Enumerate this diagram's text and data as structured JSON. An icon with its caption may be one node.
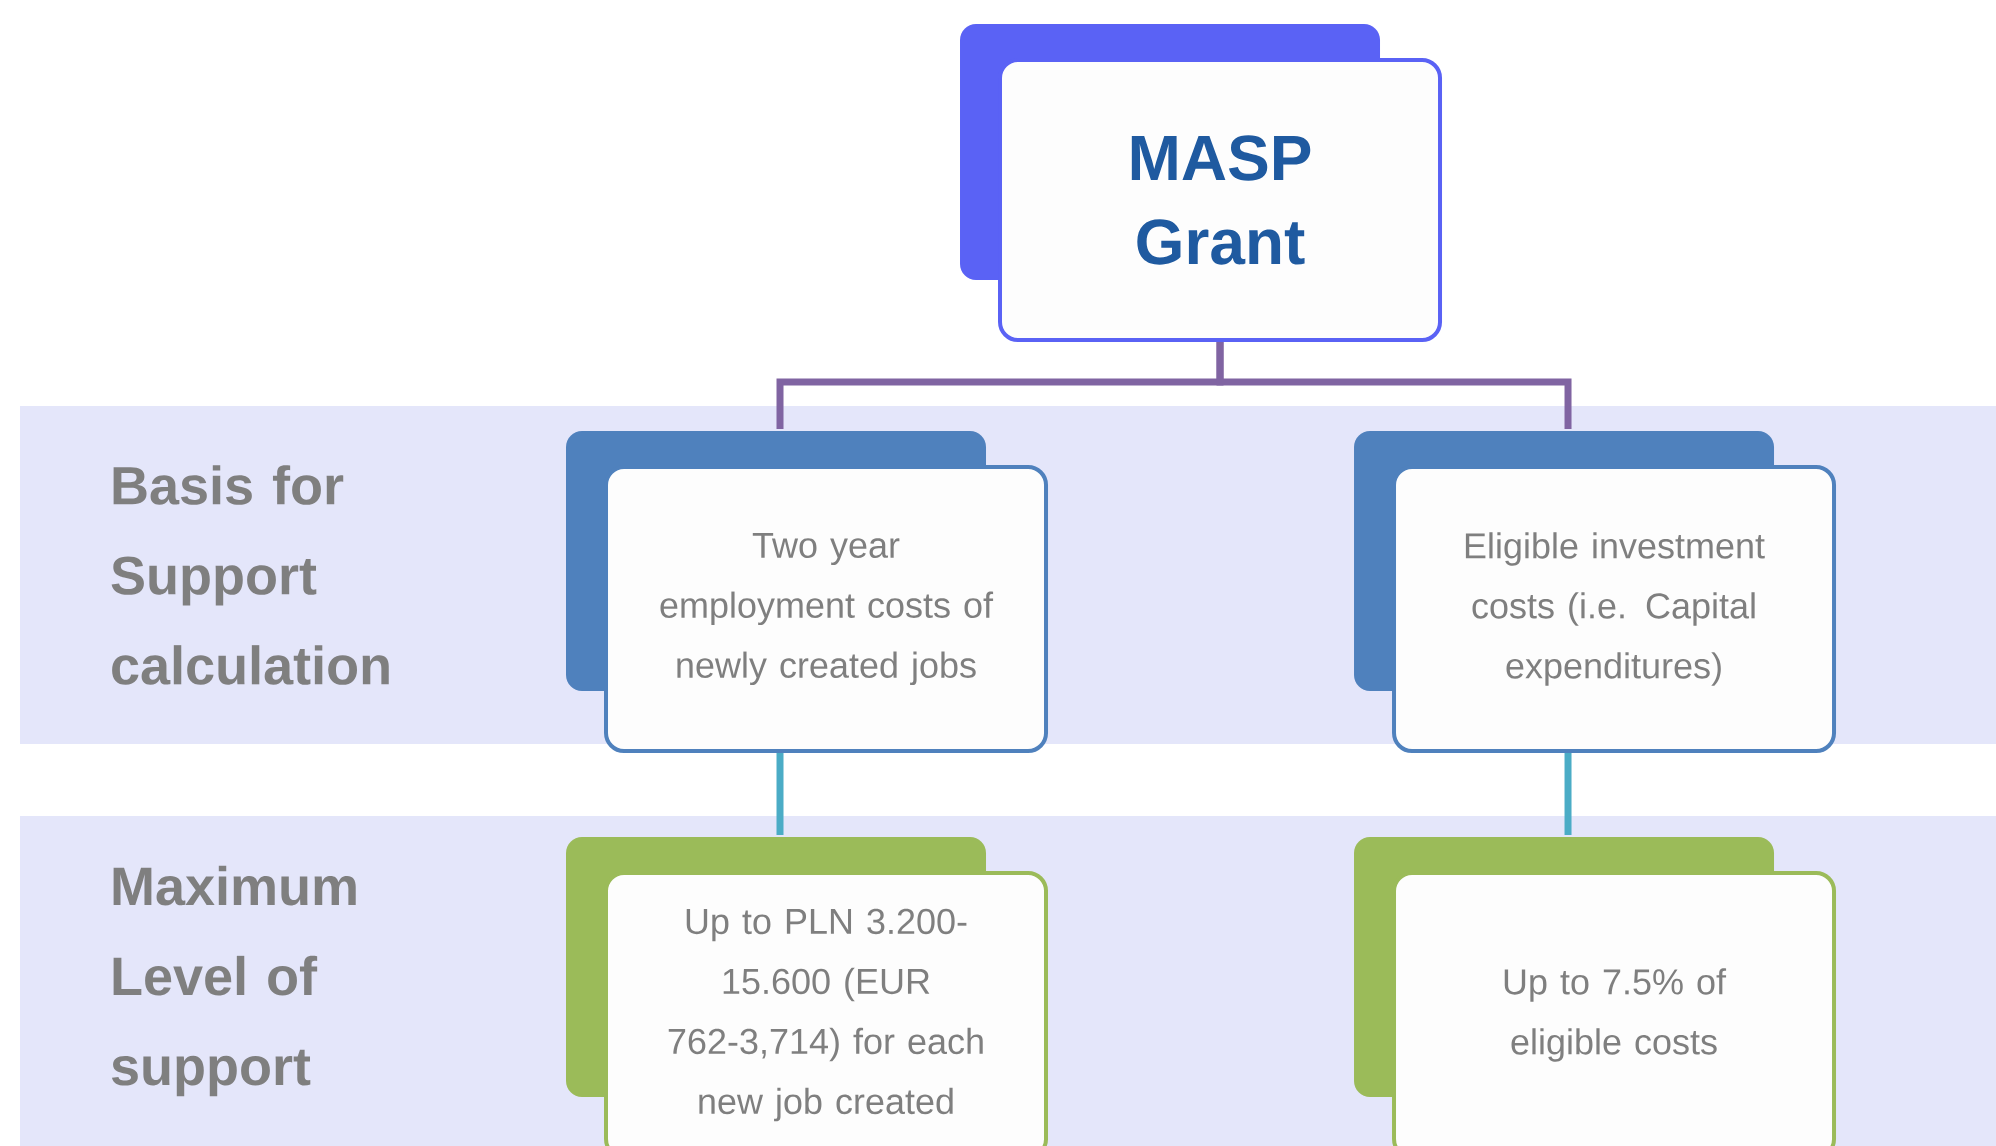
{
  "diagram": {
    "nodes": [
      {
        "text": [
          "MASP Grant"
        ]
      },
      {
        "text": [
          "Basis for Support calculation"
        ]
      },
      {
        "text": [
          "Two year employment costs of newly created jobs"
        ],
        "in": 1
      },
      {
        "text": [
          "Eligible investment costs (i.e. Capital expenditures)"
        ],
        "in": 1
      },
      {
        "text": [
          "Maximum Level of support"
        ]
      },
      {
        "text": [
          "Up to PLN 3.200-15.600 (EUR 762-3,714) for each new job created"
        ],
        "in": 4
      },
      {
        "text": [
          "Up to 7.5% of eligible costs"
        ],
        "in": 4
      }
    ],
    "edges": [
      {
        "from": 0,
        "to": 2,
        "arrow": "none",
        "color": "#8064a2"
      },
      {
        "from": 0,
        "to": 3,
        "arrow": "none",
        "color": "#8064a2"
      },
      {
        "from": 2,
        "to": 5,
        "arrow": "none",
        "color": "#4bacc6"
      },
      {
        "from": 3,
        "to": 6,
        "arrow": "none",
        "color": "#4bacc6"
      }
    ]
  }
}
